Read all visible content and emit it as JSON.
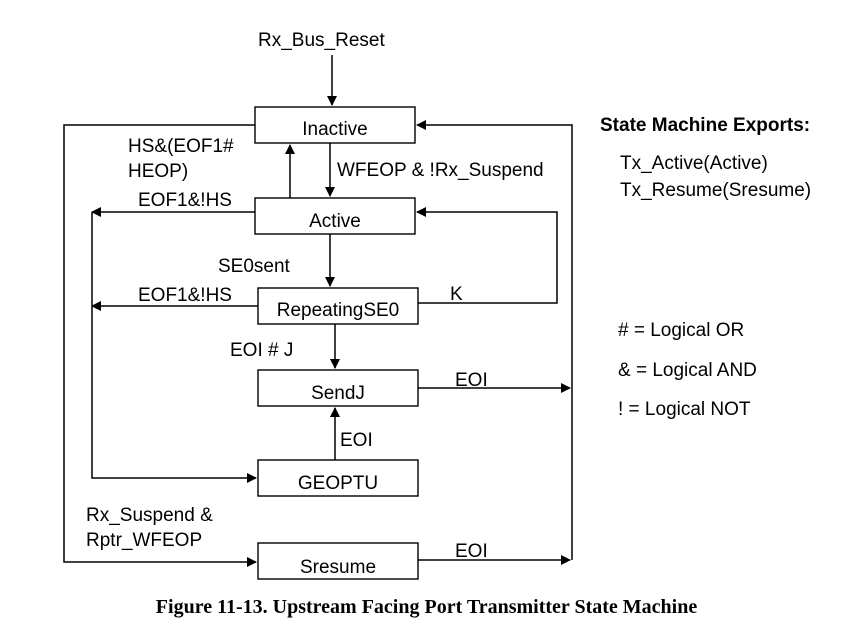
{
  "states": {
    "inactive": "Inactive",
    "active": "Active",
    "repeating_se0": "RepeatingSE0",
    "sendj": "SendJ",
    "geoptu": "GEOPTU",
    "sresume": "Sresume"
  },
  "transitions": {
    "bus_reset": "Rx_Bus_Reset",
    "hs_eof1_line1": "HS&(EOF1#",
    "hs_eof1_line2": "HEOP)",
    "wfeop_suspend": "WFEOP & !Rx_Suspend",
    "eof1_nhs_active": "EOF1&!HS",
    "se0sent": "SE0sent",
    "eof1_nhs_repeating": "EOF1&!HS",
    "k": "K",
    "eoi_j": "EOI # J",
    "eoi_sendj": "EOI",
    "eoi_geoptu": "EOI",
    "suspend_line1": "Rx_Suspend &",
    "suspend_line2": "Rptr_WFEOP",
    "eoi_sresume": "EOI"
  },
  "exports": {
    "title": "State Machine Exports:",
    "items": [
      "Tx_Active(Active)",
      "Tx_Resume(Sresume)"
    ]
  },
  "legend": [
    "# = Logical OR",
    "& = Logical AND",
    "! = Logical NOT"
  ],
  "caption": "Figure 11-13.  Upstream Facing Port Transmitter State Machine"
}
